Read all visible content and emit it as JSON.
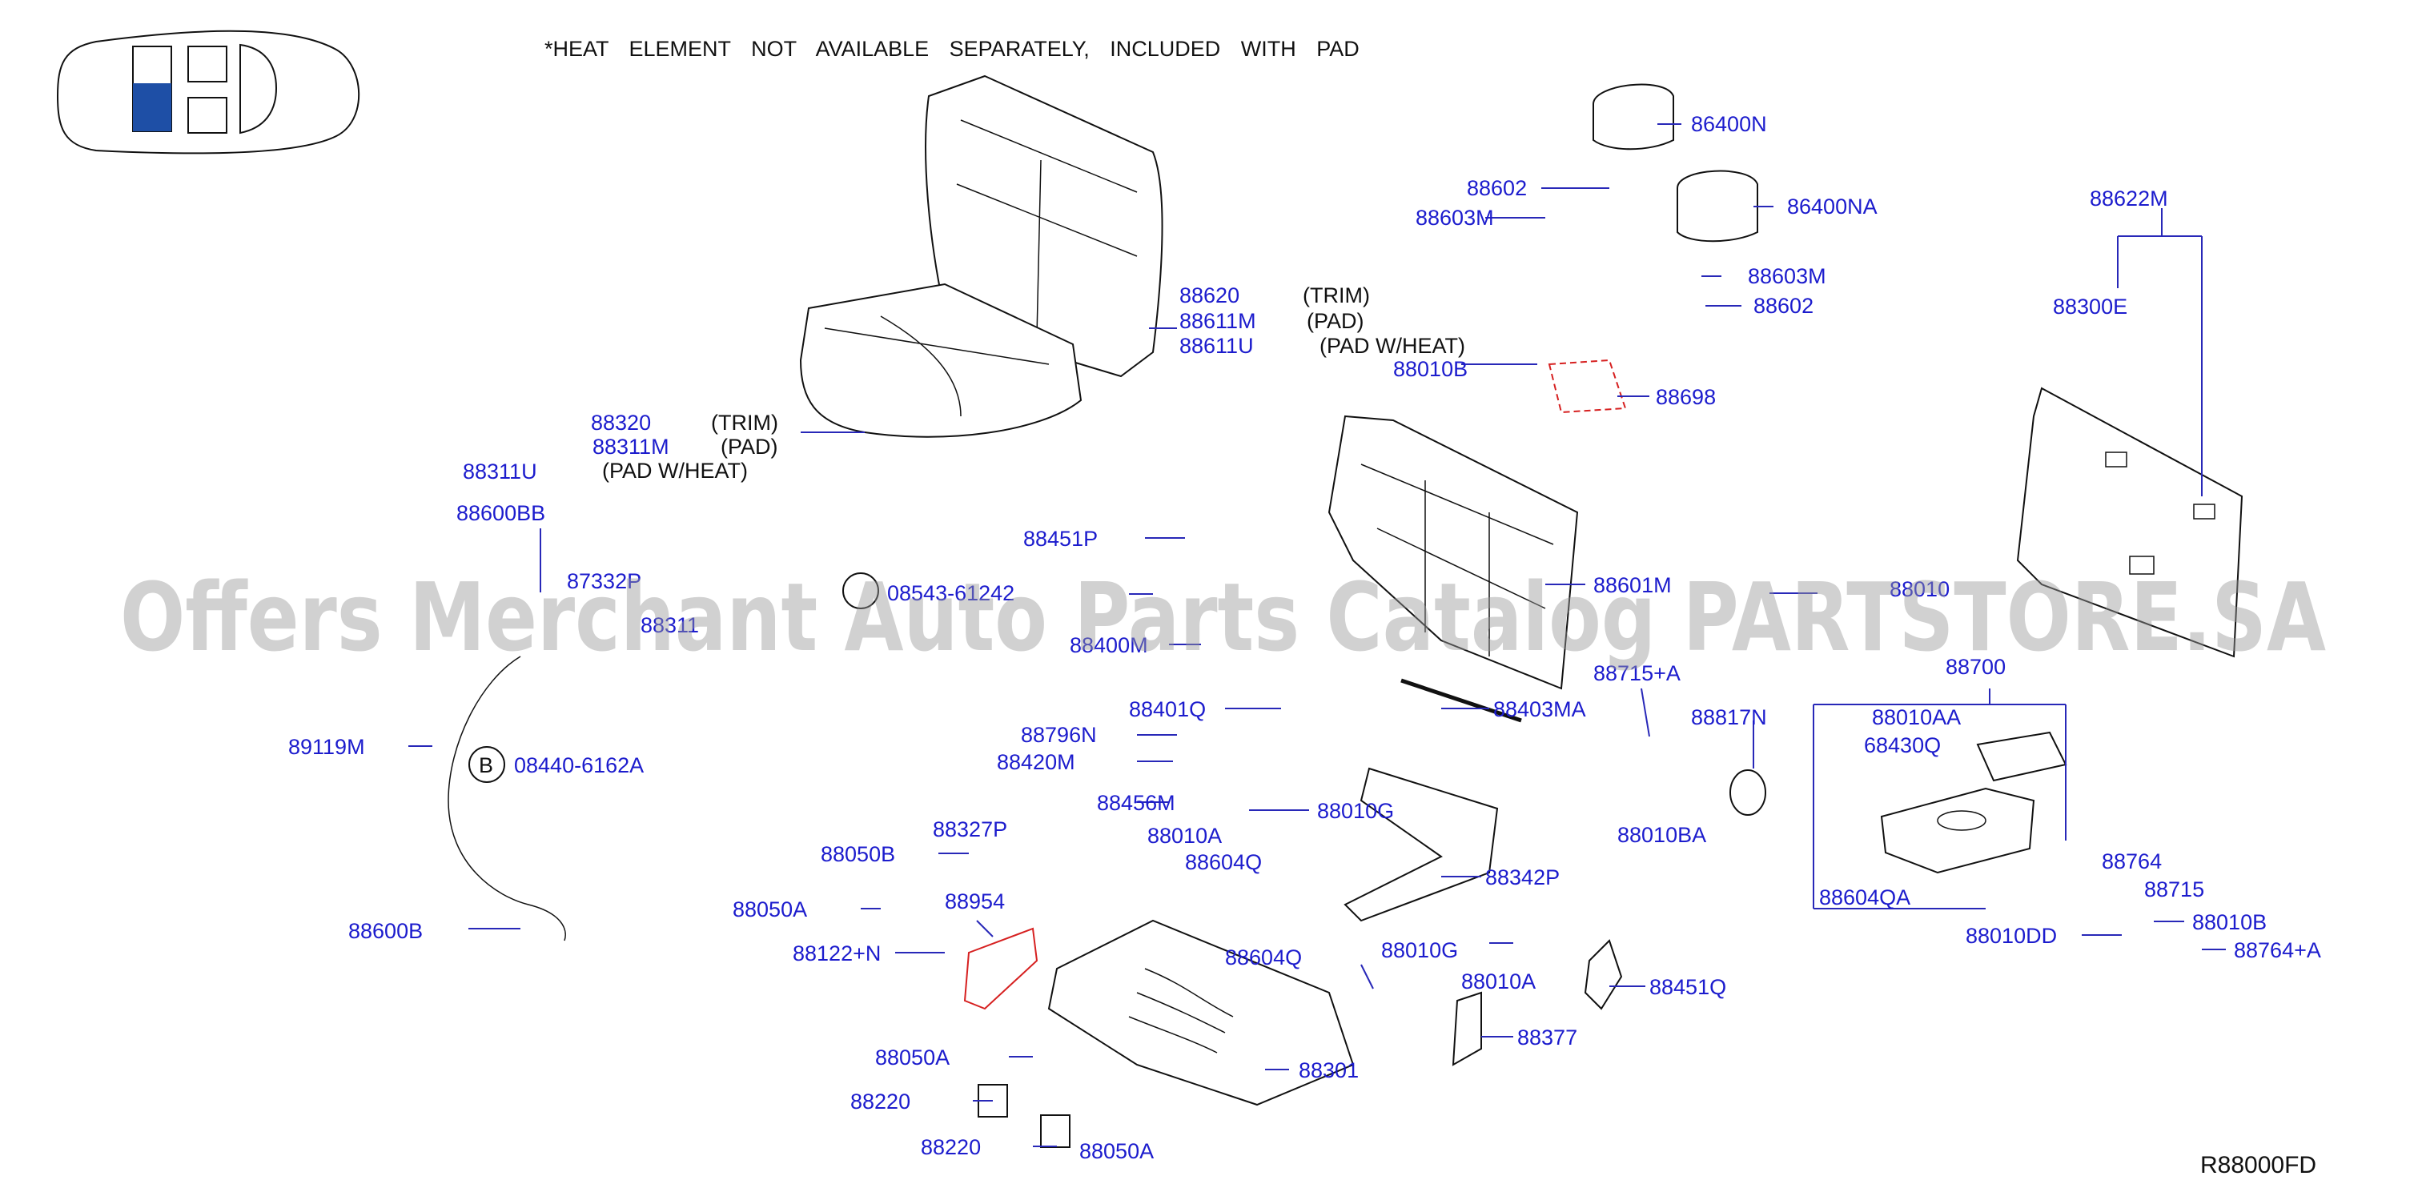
{
  "header_note": "*HEAT ELEMENT NOT AVAILABLE SEPARATELY, INCLUDED WITH PAD",
  "watermark": "Offers Merchant Auto Parts Catalog PARTSTORE.SA",
  "diagram_code": "R88000FD",
  "colors": {
    "label": "#1c1ccd",
    "leader": "#2828b8",
    "highlight": "#1e4fa6",
    "accent_red": "#d62020"
  },
  "descriptors": {
    "back_trim": "(TRIM)",
    "back_pad": "(PAD)",
    "back_pad_heat": "(PAD   W/HEAT)",
    "cushion_trim": "(TRIM)",
    "cushion_pad": "(PAD)",
    "cushion_pad_heat": "(PAD   W/HEAT)"
  },
  "badge_b": "B",
  "parts": {
    "p86400N": "86400N",
    "p86400NA": "86400NA",
    "p88602a": "88602",
    "p88603Ma": "88603M",
    "p88603Mb": "88603M",
    "p88602b": "88602",
    "p88622M": "88622M",
    "p88300E": "88300E",
    "p88620": "88620",
    "p88611M": "88611M",
    "p88611U": "88611U",
    "p88010B": "88010B",
    "p88698": "88698",
    "p88320": "88320",
    "p88311M": "88311M",
    "p88311U": "88311U",
    "p88600BB": "88600BB",
    "p87332P": "87332P",
    "p88311": "88311",
    "p88451P": "88451P",
    "p08543": "08543-61242",
    "p88400M": "88400M",
    "p88601M": "88601M",
    "p88010": "88010",
    "p89119M": "89119M",
    "p08440": "08440-6162A",
    "p88401Q": "88401Q",
    "p88403MA": "88403MA",
    "p88715A": "88715+A",
    "p88700": "88700",
    "p88010AA": "88010AA",
    "p68430Q": "68430Q",
    "p88817N": "88817N",
    "p88796N": "88796N",
    "p88420M": "88420M",
    "p88456M": "88456M",
    "p88010G1": "88010G",
    "p88010BA": "88010BA",
    "p88327P": "88327P",
    "p88010A1": "88010A",
    "p88604Q1": "88604Q",
    "p88050B": "88050B",
    "p88342P": "88342P",
    "p88604QA": "88604QA",
    "p88764": "88764",
    "p88715": "88715",
    "p88050A1": "88050A",
    "p88954": "88954",
    "p88600B": "88600B",
    "p88122N": "88122+N",
    "p88604Q2": "88604Q",
    "p88010G2": "88010G",
    "p88010DD": "88010DD",
    "p88010B2": "88010B",
    "p88764A": "88764+A",
    "p88010A2": "88010A",
    "p88451Q": "88451Q",
    "p88377": "88377",
    "p88050A2": "88050A",
    "p88301": "88301",
    "p88220a": "88220",
    "p88220b": "88220",
    "p88050A3": "88050A"
  }
}
